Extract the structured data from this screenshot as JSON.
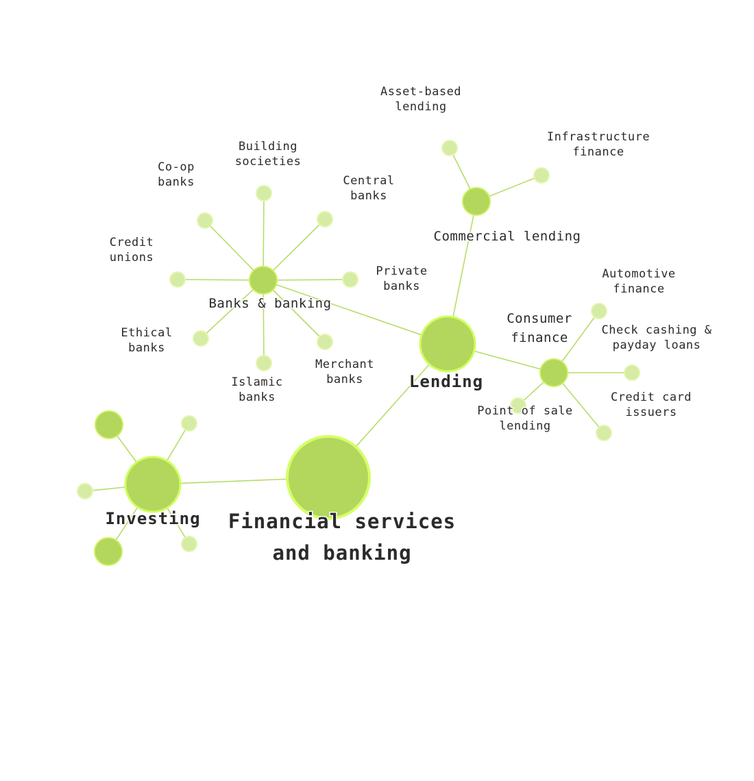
{
  "diagram": {
    "nodes": {
      "root": {
        "label": [
          "Financial services",
          "and banking"
        ]
      },
      "lending": {
        "label": [
          "Lending"
        ]
      },
      "investing": {
        "label": [
          "Investing"
        ]
      },
      "banks_banking": {
        "label": [
          "Banks & banking"
        ]
      },
      "commercial_lending": {
        "label": [
          "Commercial lending"
        ]
      },
      "consumer_finance": {
        "label": [
          "Consumer",
          "finance"
        ]
      },
      "asset_based_lending": {
        "label": [
          "Asset-based",
          "lending"
        ]
      },
      "infrastructure_finance": {
        "label": [
          "Infrastructure",
          "finance"
        ]
      },
      "automotive_finance": {
        "label": [
          "Automotive",
          "finance"
        ]
      },
      "check_cashing": {
        "label": [
          "Check cashing &",
          "payday loans"
        ]
      },
      "credit_card_issuers": {
        "label": [
          "Credit card",
          "issuers"
        ]
      },
      "point_of_sale_lending": {
        "label": [
          "Point of sale",
          "lending"
        ]
      },
      "building_societies": {
        "label": [
          "Building",
          "societies"
        ]
      },
      "coop_banks": {
        "label": [
          "Co-op",
          "banks"
        ]
      },
      "central_banks": {
        "label": [
          "Central",
          "banks"
        ]
      },
      "credit_unions": {
        "label": [
          "Credit",
          "unions"
        ]
      },
      "private_banks": {
        "label": [
          "Private",
          "banks"
        ]
      },
      "ethical_banks": {
        "label": [
          "Ethical",
          "banks"
        ]
      },
      "islamic_banks": {
        "label": [
          "Islamic",
          "banks"
        ]
      },
      "merchant_banks": {
        "label": [
          "Merchant",
          "banks"
        ]
      },
      "investing_child_1": {
        "label": []
      },
      "investing_child_2": {
        "label": []
      },
      "investing_child_3": {
        "label": []
      },
      "investing_child_4": {
        "label": []
      },
      "investing_child_5": {
        "label": []
      }
    },
    "edges": [
      [
        "root",
        "lending"
      ],
      [
        "root",
        "investing"
      ],
      [
        "lending",
        "banks_banking"
      ],
      [
        "lending",
        "commercial_lending"
      ],
      [
        "lending",
        "consumer_finance"
      ],
      [
        "commercial_lending",
        "asset_based_lending"
      ],
      [
        "commercial_lending",
        "infrastructure_finance"
      ],
      [
        "consumer_finance",
        "automotive_finance"
      ],
      [
        "consumer_finance",
        "check_cashing"
      ],
      [
        "consumer_finance",
        "credit_card_issuers"
      ],
      [
        "consumer_finance",
        "point_of_sale_lending"
      ],
      [
        "banks_banking",
        "building_societies"
      ],
      [
        "banks_banking",
        "coop_banks"
      ],
      [
        "banks_banking",
        "central_banks"
      ],
      [
        "banks_banking",
        "credit_unions"
      ],
      [
        "banks_banking",
        "private_banks"
      ],
      [
        "banks_banking",
        "ethical_banks"
      ],
      [
        "banks_banking",
        "islamic_banks"
      ],
      [
        "banks_banking",
        "merchant_banks"
      ],
      [
        "investing",
        "investing_child_1"
      ],
      [
        "investing",
        "investing_child_2"
      ],
      [
        "investing",
        "investing_child_3"
      ],
      [
        "investing",
        "investing_child_4"
      ],
      [
        "investing",
        "investing_child_5"
      ]
    ],
    "colors": {
      "node_fill": "#b3d65c",
      "node_ring": "#cfff5e",
      "leaf_fill": "#d6eba4",
      "edge": "#b7dc6a",
      "text": "#2b2b2b"
    }
  }
}
